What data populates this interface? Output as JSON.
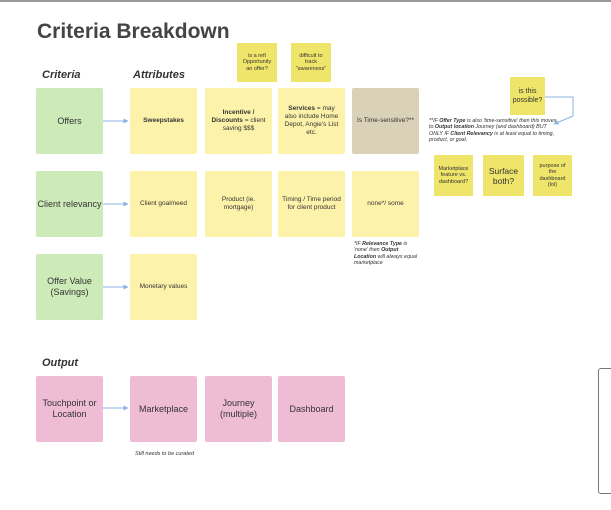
{
  "title": "Criteria Breakdown",
  "headers": {
    "criteria": "Criteria",
    "attributes": "Attributes",
    "output": "Output"
  },
  "criteria": [
    {
      "label": "Offers"
    },
    {
      "label": "Client relevancy"
    },
    {
      "label": "Offer Value (Savings)"
    }
  ],
  "attributes": {
    "offers": {
      "sweepstakes": "Sweepstakes",
      "incentive_bold": "Incentive / Discounts",
      "incentive_rest": " = client saving $$$",
      "services_bold": "Services",
      "services_rest": " = may also include Home Depot, Angie's List etc.",
      "time_sensitive": "Is Time-sensitive?**"
    },
    "relevancy": {
      "goal": "Client goal/need",
      "product": "Product (ie. mortgage)",
      "timing": "Timing / Time period for client product",
      "none_some": "none*/ some"
    },
    "value": {
      "monetary": "Monetary values"
    }
  },
  "stickies": {
    "refi": "is a refi Opportunity an offer?",
    "difficult": "difficult to track \"awareness\"",
    "possible": "is this possible?",
    "marketplace_feature": "Marketplace feature vs. dashboard?",
    "surface_both": "Surface both?",
    "purpose": "purpose of the dashboard (lol)"
  },
  "notes": {
    "relevance": {
      "p1": "*IF ",
      "b1": "Relevance Type",
      "p2": " is 'none' then ",
      "b2": "Output Location",
      "p3": " will always equal marketplace"
    },
    "offer_type": {
      "p1": "**IF ",
      "b1": "Offer Type",
      "p2": " is also 'time-sensitive' then this moves to ",
      "b2": "Output location",
      "p3": " Journey (and dashboard) BUT ONLY IF ",
      "b3": "Client Relevancy",
      "p4": " is at least equal to timing, product, or goal."
    },
    "curated": "Still needs to be curated"
  },
  "output": {
    "touchpoint": "Touchpoint or Location",
    "marketplace": "Marketplace",
    "journey": "Journey (multiple)",
    "dashboard": "Dashboard"
  },
  "colors": {
    "criteria": "#cdebb8",
    "attribute": "#fdf2a9",
    "output": "#efbcd6",
    "time_sensitive": "#d9d2b8",
    "sticky": "#efe56a",
    "connector": "#8fb3e0"
  }
}
